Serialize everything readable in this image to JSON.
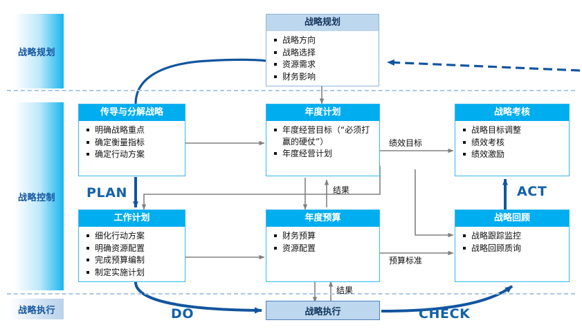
{
  "lanes": [
    {
      "id": "planning",
      "label": "战略规划"
    },
    {
      "id": "control",
      "label": "战略控制"
    },
    {
      "id": "execution",
      "label": "战略执行"
    }
  ],
  "boxes": {
    "strategic_planning": {
      "title": "战略规划",
      "items": [
        "战略方向",
        "战略选择",
        "资源需求",
        "财务影响"
      ]
    },
    "cascade_strategy": {
      "title": "传导与分解战略",
      "items": [
        "明确战略重点",
        "确定衡量指标",
        "确定行动方案"
      ]
    },
    "annual_plan": {
      "title": "年度计划",
      "items": [
        "年度经营目标（“必须打赢的硬仗”）",
        "年度经营计划"
      ]
    },
    "strategic_assessment": {
      "title": "战略考核",
      "items": [
        "战略目标调整",
        "绩效考核",
        "绩效激励"
      ]
    },
    "work_plan": {
      "title": "工作计划",
      "items": [
        "细化行动方案",
        "明确资源配置",
        "完成预算编制",
        "制定实施计划"
      ]
    },
    "annual_budget": {
      "title": "年度预算",
      "items": [
        "财务预算",
        "资源配置"
      ]
    },
    "strategy_review": {
      "title": "战略回顾",
      "items": [
        "战略跟踪监控",
        "战略回顾质询"
      ]
    },
    "strategy_execution": {
      "title": "战略执行"
    }
  },
  "connector_labels": {
    "performance_target": "绩效目标",
    "result_upper": "结果",
    "budget_standard": "预算标准",
    "result_lower": "结果"
  },
  "pdca": {
    "plan": "PLAN",
    "do": "DO",
    "check": "CHECK",
    "act": "ACT"
  },
  "colors": {
    "header_blue": "#00adef",
    "pdca_blue": "#1361a8",
    "arrow_gray": "#808080",
    "arrow_blue": "#12559e",
    "lane_label": "#12559e",
    "pale_header": "#bdd7ee",
    "box_border": "#35b6ea",
    "dash_separator": "#a9c8e4"
  }
}
